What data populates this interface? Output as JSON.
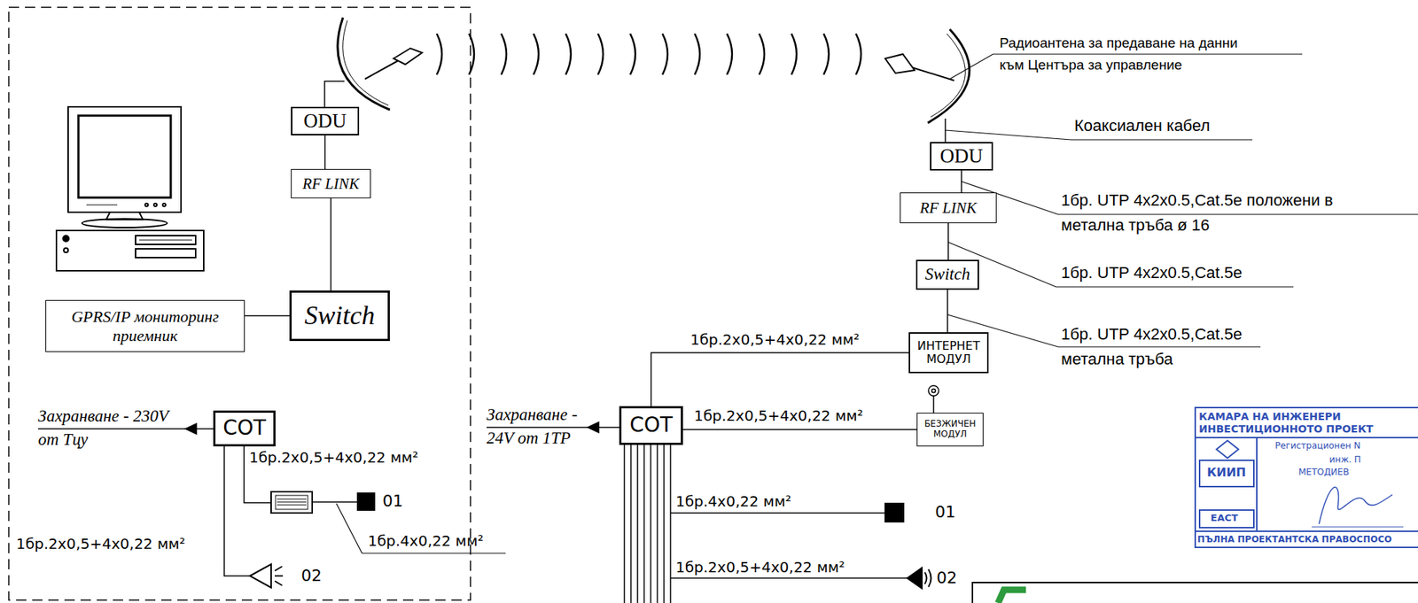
{
  "diagram": {
    "nodes": [
      {
        "text": [
          "ODU"
        ]
      },
      {
        "text": [
          "RF LINK"
        ]
      },
      {
        "text": [
          "Switch"
        ]
      },
      {
        "text": [
          "GPRS/IP мониторинг приемник"
        ]
      },
      {
        "text": [
          "СОТ"
        ]
      },
      {
        "text": [
          "ODU"
        ]
      },
      {
        "text": [
          "RF LINK"
        ]
      },
      {
        "text": [
          "Switch"
        ]
      },
      {
        "text": [
          "ИНТЕРНЕТ МОДУЛ"
        ]
      },
      {
        "text": [
          "СОТ"
        ]
      },
      {
        "text": [
          "БЕЗЖИЧЕН МОДУЛ"
        ]
      }
    ],
    "edges": [
      {
        "from": 0,
        "to": 1,
        "arrow": "none"
      },
      {
        "from": 1,
        "to": 2,
        "arrow": "none"
      },
      {
        "from": 3,
        "to": 2,
        "arrow": "none"
      },
      {
        "from": 5,
        "to": 6,
        "arrow": "none"
      },
      {
        "from": 6,
        "to": 7,
        "arrow": "none"
      },
      {
        "from": 7,
        "to": 8,
        "arrow": "none"
      },
      {
        "from": 9,
        "to": 8,
        "arrow": "none",
        "label": "1бр.2x0,5+4x0,22 мм²"
      },
      {
        "from": 9,
        "to": 10,
        "arrow": "none",
        "label": "1бр.2x0,5+4x0,22 мм²"
      }
    ],
    "labels": [
      "Радиоантена за предаване на данни към Центъра за управление",
      "Коаксиален кабел",
      "1бр. UTP 4x2x0.5,Cat.5e положени в метална тръба ø 16",
      "1бр. UTP 4x2x0.5,Cat.5e",
      "1бр. UTP 4x2x0.5,Cat.5e метална тръба",
      "Захранване - 230V от Тцу",
      "Захранване - 24V от 1ТР",
      "1бр.2x0,5+4x0,22 мм²",
      "01",
      "1бр.4x0,22 мм²",
      "1бр.2x0,5+4x0,22 мм²",
      "02",
      "1бр.4x0,22 мм²",
      "01",
      "1бр.2x0,5+4x0,22 мм²",
      "02",
      "КАМАРА НА ИНЖЕНЕРИ",
      "ИНВЕСТИЦИОННОТО ПРОЕКТ",
      "Регистрационен N",
      "КИИП",
      "инж. П",
      "МЕТОДИЕВ",
      "ЕАСТ",
      "ПЪЛНА ПРОЕКТАНТСКА ПРАВОСПОСО"
    ]
  }
}
